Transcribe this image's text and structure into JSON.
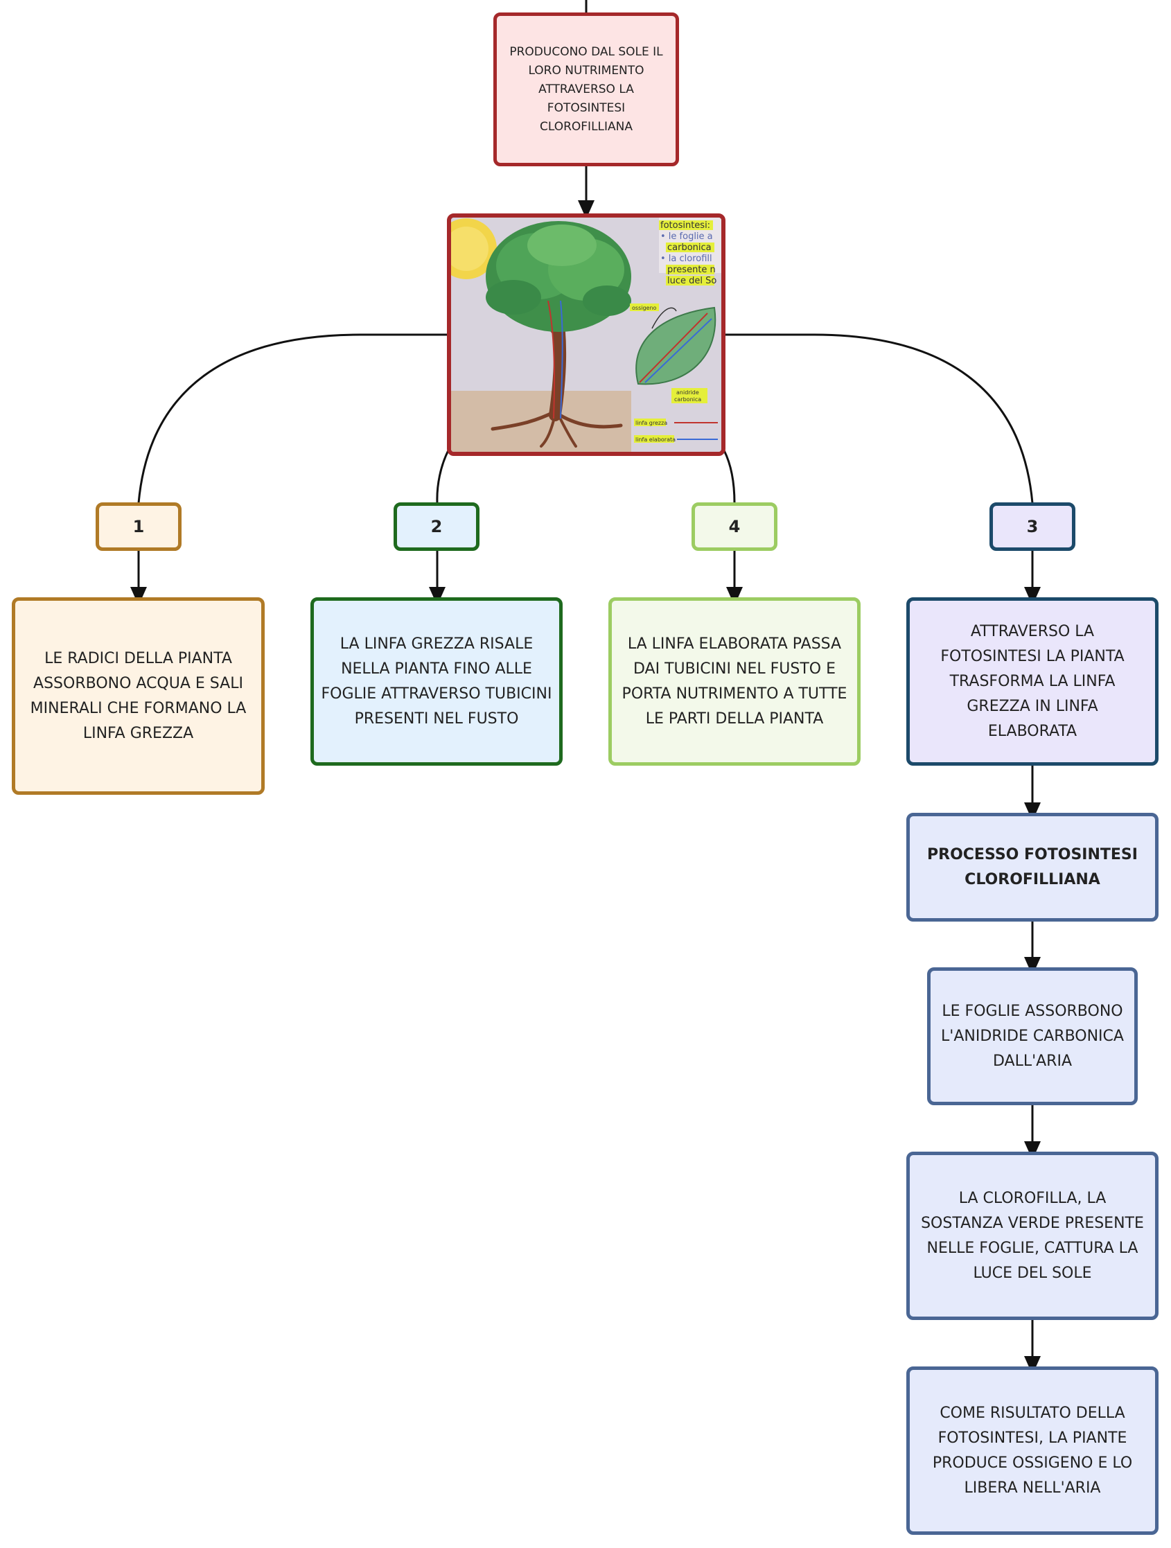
{
  "colors": {
    "root_border": "#a5282a",
    "root_fill": "#fde4e4",
    "n1_border": "#b07a26",
    "n1_fill": "#fef3e4",
    "n2_border": "#1e6a1e",
    "n2_fill": "#e3f1fd",
    "n4_border": "#9ccc62",
    "n4_fill": "#f3f9ea",
    "n3_border": "#1c4a6a",
    "n3_fill": "#eae6fb",
    "chain_border": "#4a6694",
    "chain_fill": "#e5eafb",
    "connector": "#111111"
  },
  "root": {
    "text": "PRODUCONO DAL SOLE IL LORO NUTRIMENTO ATTRAVERSO LA FOTOSINTESI CLOROFILLIANA"
  },
  "image": {
    "annotations": [
      "fotosintesi:",
      "• le foglie a",
      "carbonica",
      "• la clorofill",
      "presente n",
      "luce del So",
      "ossigeno",
      "anidride",
      "carbonica",
      "linfa grezza",
      "linfa elaborata"
    ]
  },
  "branches": [
    {
      "label": "1",
      "text": "LE RADICI DELLA PIANTA ASSORBONO ACQUA E SALI MINERALI CHE FORMANO LA LINFA GREZZA"
    },
    {
      "label": "2",
      "text": "LA LINFA GREZZA RISALE NELLA PIANTA FINO ALLE FOGLIE ATTRAVERSO TUBICINI PRESENTI NEL FUSTO"
    },
    {
      "label": "4",
      "text": "LA LINFA ELABORATA PASSA DAI TUBICINI NEL FUSTO E PORTA NUTRIMENTO A TUTTE LE PARTI DELLA PIANTA"
    },
    {
      "label": "3",
      "text": "ATTRAVERSO LA FOTOSINTESI LA PIANTA TRASFORMA LA LINFA GREZZA IN LINFA ELABORATA"
    }
  ],
  "process": {
    "title": "PROCESSO FOTOSINTESI CLOROFILLIANA",
    "steps": [
      "LE FOGLIE ASSORBONO L'ANIDRIDE CARBONICA DALL'ARIA",
      "LA CLOROFILLA, LA SOSTANZA VERDE PRESENTE NELLE FOGLIE, CATTURA LA LUCE DEL SOLE",
      "COME RISULTATO DELLA FOTOSINTESI, LA PIANTE PRODUCE OSSIGENO E LO LIBERA NELL'ARIA"
    ]
  }
}
